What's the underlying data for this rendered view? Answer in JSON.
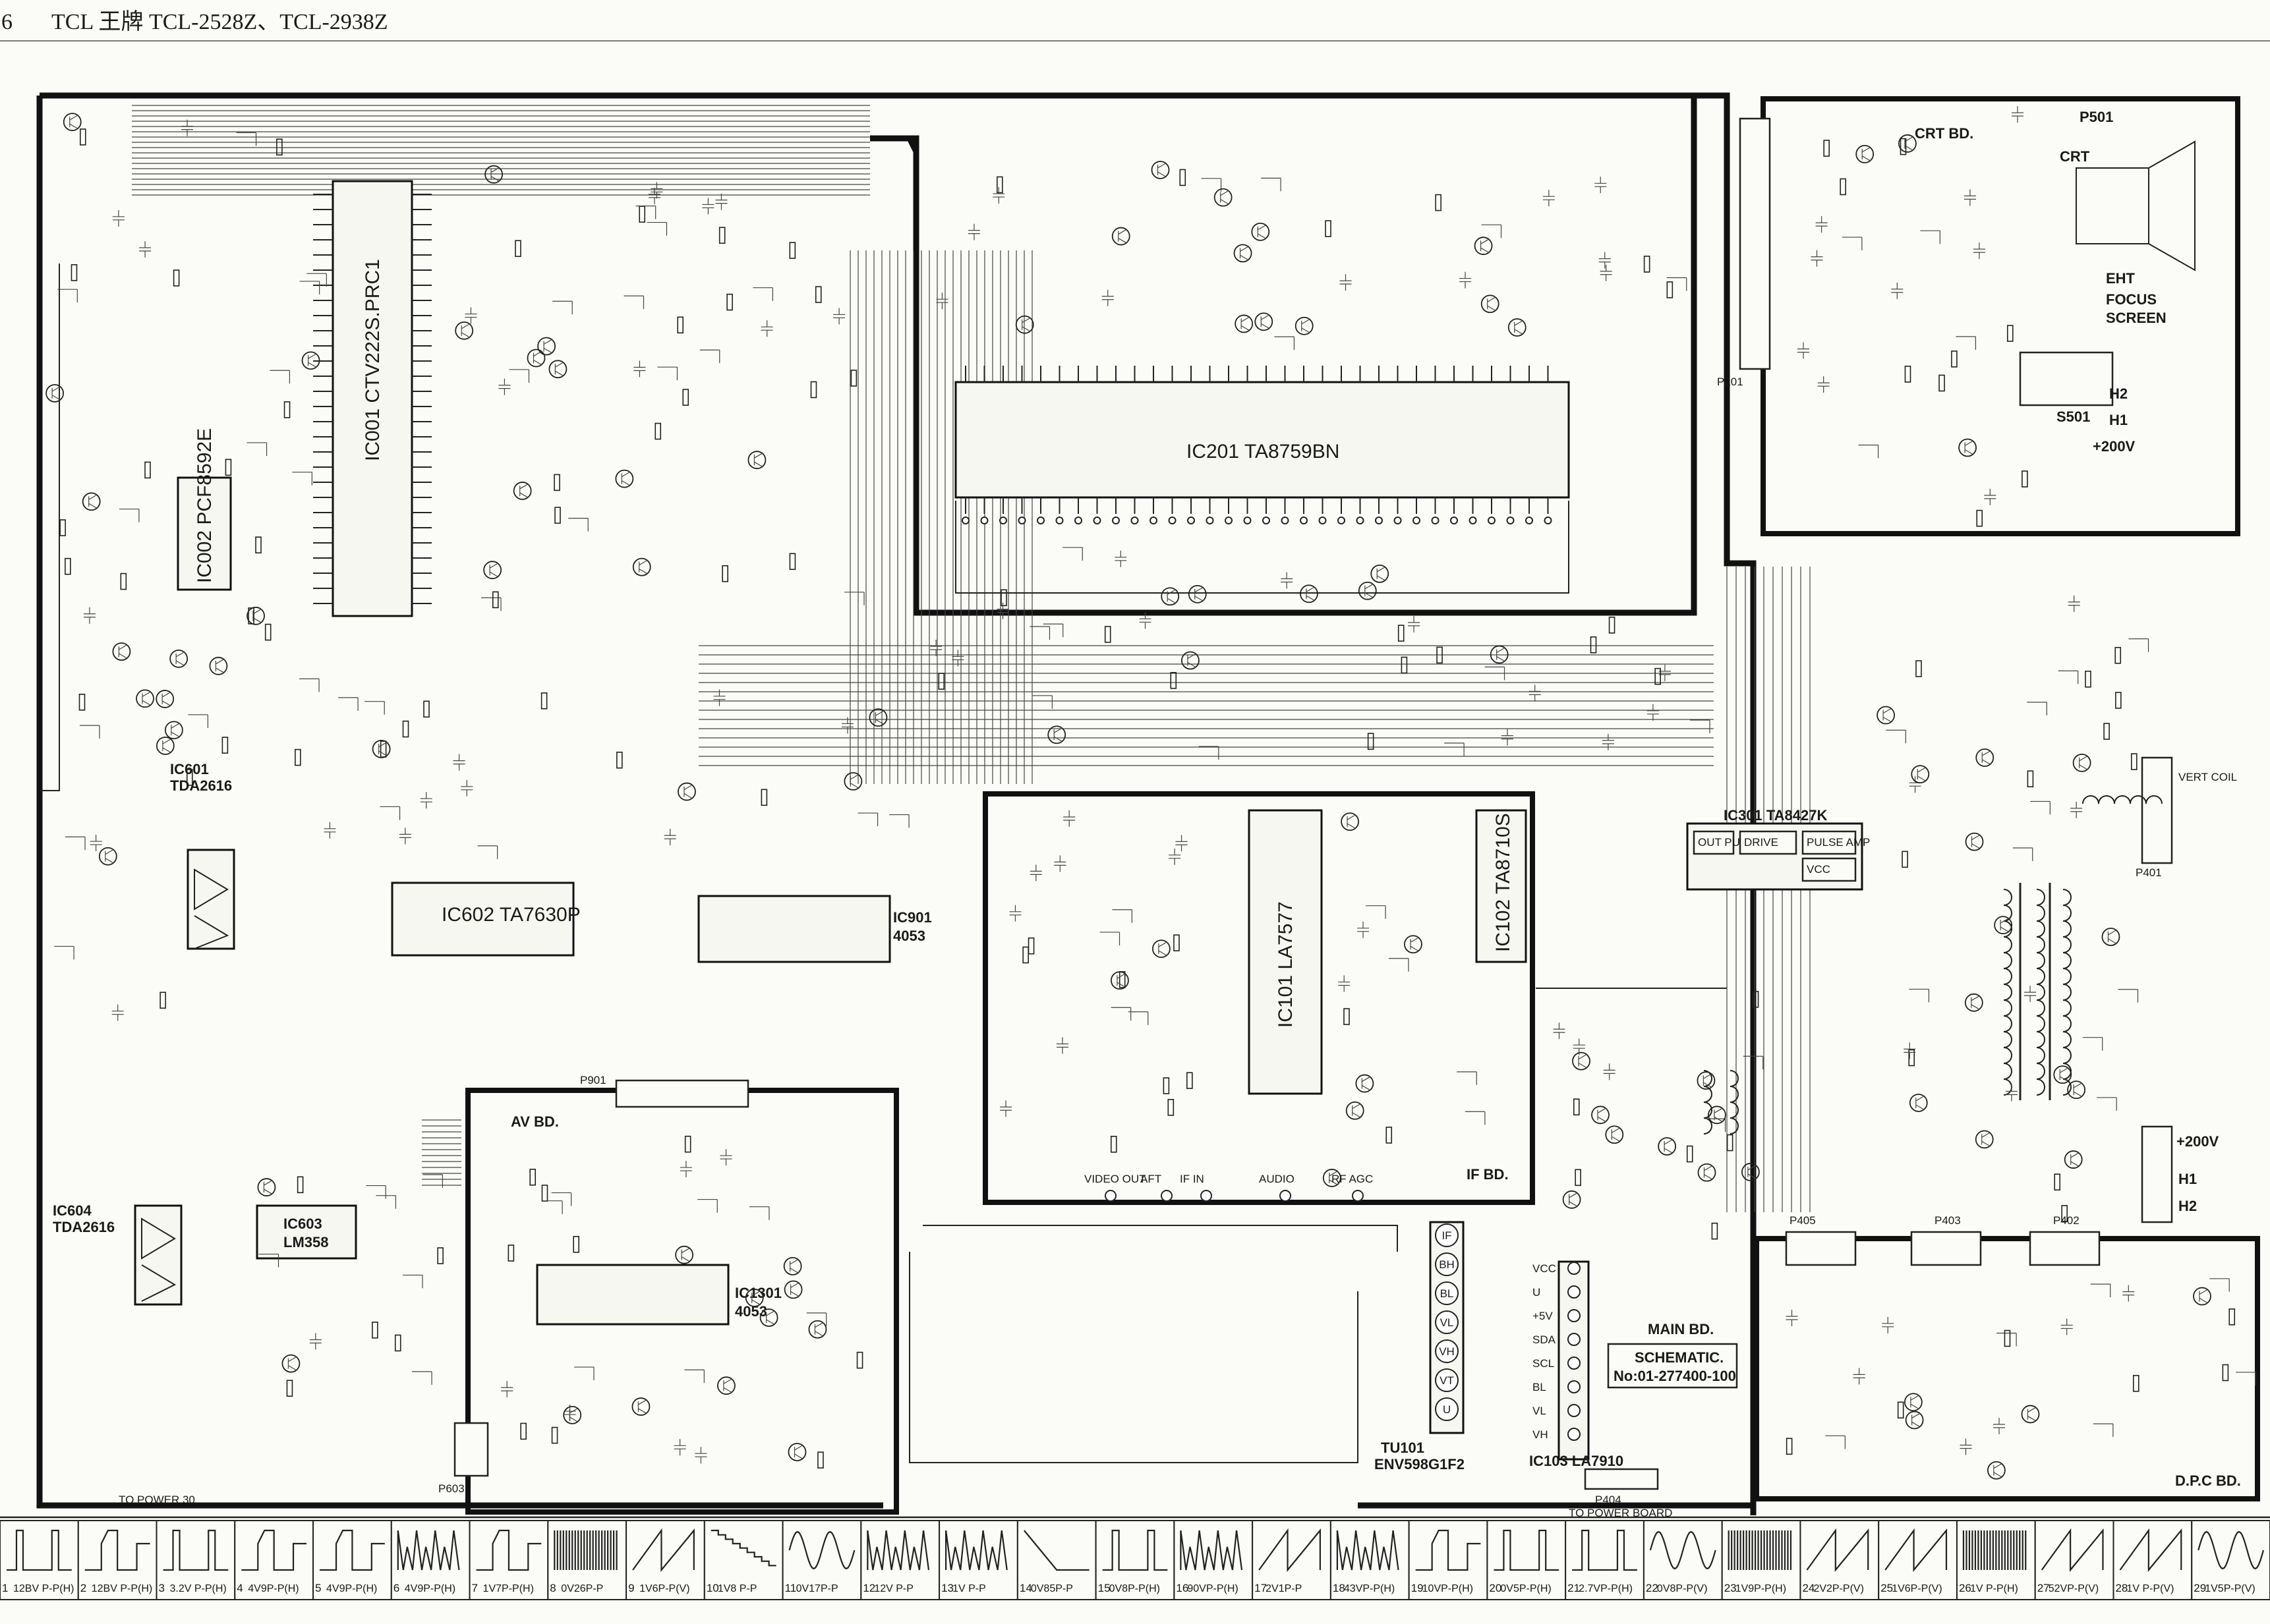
{
  "header": {
    "page_number": "6",
    "title": "TCL 王牌 TCL-2528Z、TCL-2938Z"
  },
  "boards": {
    "crt": "CRT BD.",
    "av": "AV BD.",
    "if": "IF BD.",
    "main": "MAIN BD.",
    "dpc": "D.P.C BD."
  },
  "chips": {
    "ic001": "IC001 CTV222S.PRC1",
    "ic002": "IC002 PCF8592E",
    "ic201": "IC201 TA8759BN",
    "ic601": "IC601",
    "ic601_part": "TDA2616",
    "ic602": "IC602 TA7630P",
    "ic603": "IC603",
    "ic603_part": "LM358",
    "ic604": "IC604",
    "ic604_part": "TDA2616",
    "ic901": "IC901",
    "ic901_part": "4053",
    "ic1301": "IC1301",
    "ic1301_part": "4053",
    "ic101": "IC101 LA7577",
    "ic102": "IC102 TA8710S",
    "ic301": "IC301 TA8427K",
    "ic103": "IC103 LA7910",
    "tu101": "TU101",
    "tu101_part": "ENV598G1F2"
  },
  "connectors": {
    "p501": "P501",
    "p201": "P201",
    "p901": "P901",
    "p603": "P603",
    "p405": "P405",
    "p403": "P403",
    "p402": "P402",
    "p401": "P401",
    "p404": "P404",
    "s501": "S501",
    "crt": "CRT",
    "eht": "EHT",
    "focus": "FOCUS",
    "screen": "SCREEN",
    "h1": "H1",
    "h2": "H2",
    "plus200v": "+200V",
    "vert_coil": "VERT COIL",
    "to_power_board": "TO POWER BOARD",
    "to_power": "TO POWER 30"
  },
  "tuner_pins": [
    "IF",
    "BH",
    "BL",
    "VL",
    "VH",
    "VT",
    "U"
  ],
  "ic103_pins": [
    "VCC",
    "U",
    "+5V",
    "SDA",
    "SCL",
    "BL",
    "VL",
    "VH"
  ],
  "if_outputs": [
    "VIDEO OUT",
    "AFT",
    "IF IN",
    "AUDIO",
    "RF AGC"
  ],
  "ic301_blocks": [
    "OUT PUT",
    "DRIVE",
    "PULSE AMP",
    "VCC"
  ],
  "schematic": {
    "label": "SCHEMATIC.",
    "number": "No:01-277400-100"
  },
  "waveforms": [
    {
      "n": "1",
      "label": "12BV P-P(H)",
      "shape": "pulse"
    },
    {
      "n": "2",
      "label": "12BV P-P(H)",
      "shape": "step"
    },
    {
      "n": "3",
      "label": "3.2V P-P(H)",
      "shape": "pulse"
    },
    {
      "n": "4",
      "label": "4V9P-P(H)",
      "shape": "step"
    },
    {
      "n": "5",
      "label": "4V9P-P(H)",
      "shape": "step"
    },
    {
      "n": "6",
      "label": "4V9P-P(H)",
      "shape": "burst"
    },
    {
      "n": "7",
      "label": "1V7P-P(H)",
      "shape": "step"
    },
    {
      "n": "8",
      "label": "0V26P-P",
      "shape": "dense"
    },
    {
      "n": "9",
      "label": "1V6P-P(V)",
      "shape": "saw"
    },
    {
      "n": "10",
      "label": "1V8 P-P",
      "shape": "stair"
    },
    {
      "n": "11",
      "label": "0V17P-P",
      "shape": "sine"
    },
    {
      "n": "12",
      "label": "12V P-P",
      "shape": "burst"
    },
    {
      "n": "13",
      "label": "1V P-P",
      "shape": "burst"
    },
    {
      "n": "14",
      "label": "0V85P-P",
      "shape": "ramp"
    },
    {
      "n": "15",
      "label": "0V8P-P(H)",
      "shape": "pulse"
    },
    {
      "n": "16",
      "label": "90VP-P(H)",
      "shape": "burst"
    },
    {
      "n": "17",
      "label": "2V1P-P",
      "shape": "saw"
    },
    {
      "n": "18",
      "label": "43VP-P(H)",
      "shape": "burst"
    },
    {
      "n": "19",
      "label": "10VP-P(H)",
      "shape": "step"
    },
    {
      "n": "20",
      "label": "0V5P-P(H)",
      "shape": "pulse"
    },
    {
      "n": "21",
      "label": "2.7VP-P(H)",
      "shape": "pulse"
    },
    {
      "n": "22",
      "label": "0V8P-P(V)",
      "shape": "sine"
    },
    {
      "n": "23",
      "label": "1V9P-P(H)",
      "shape": "dense"
    },
    {
      "n": "24",
      "label": "2V2P-P(V)",
      "shape": "saw"
    },
    {
      "n": "25",
      "label": "1V6P-P(V)",
      "shape": "saw"
    },
    {
      "n": "26",
      "label": "1V P-P(H)",
      "shape": "dense"
    },
    {
      "n": "27",
      "label": "52VP-P(V)",
      "shape": "saw"
    },
    {
      "n": "28",
      "label": "1V P-P(V)",
      "shape": "saw"
    },
    {
      "n": "29",
      "label": "1V5P-P(V)",
      "shape": "sine"
    }
  ]
}
